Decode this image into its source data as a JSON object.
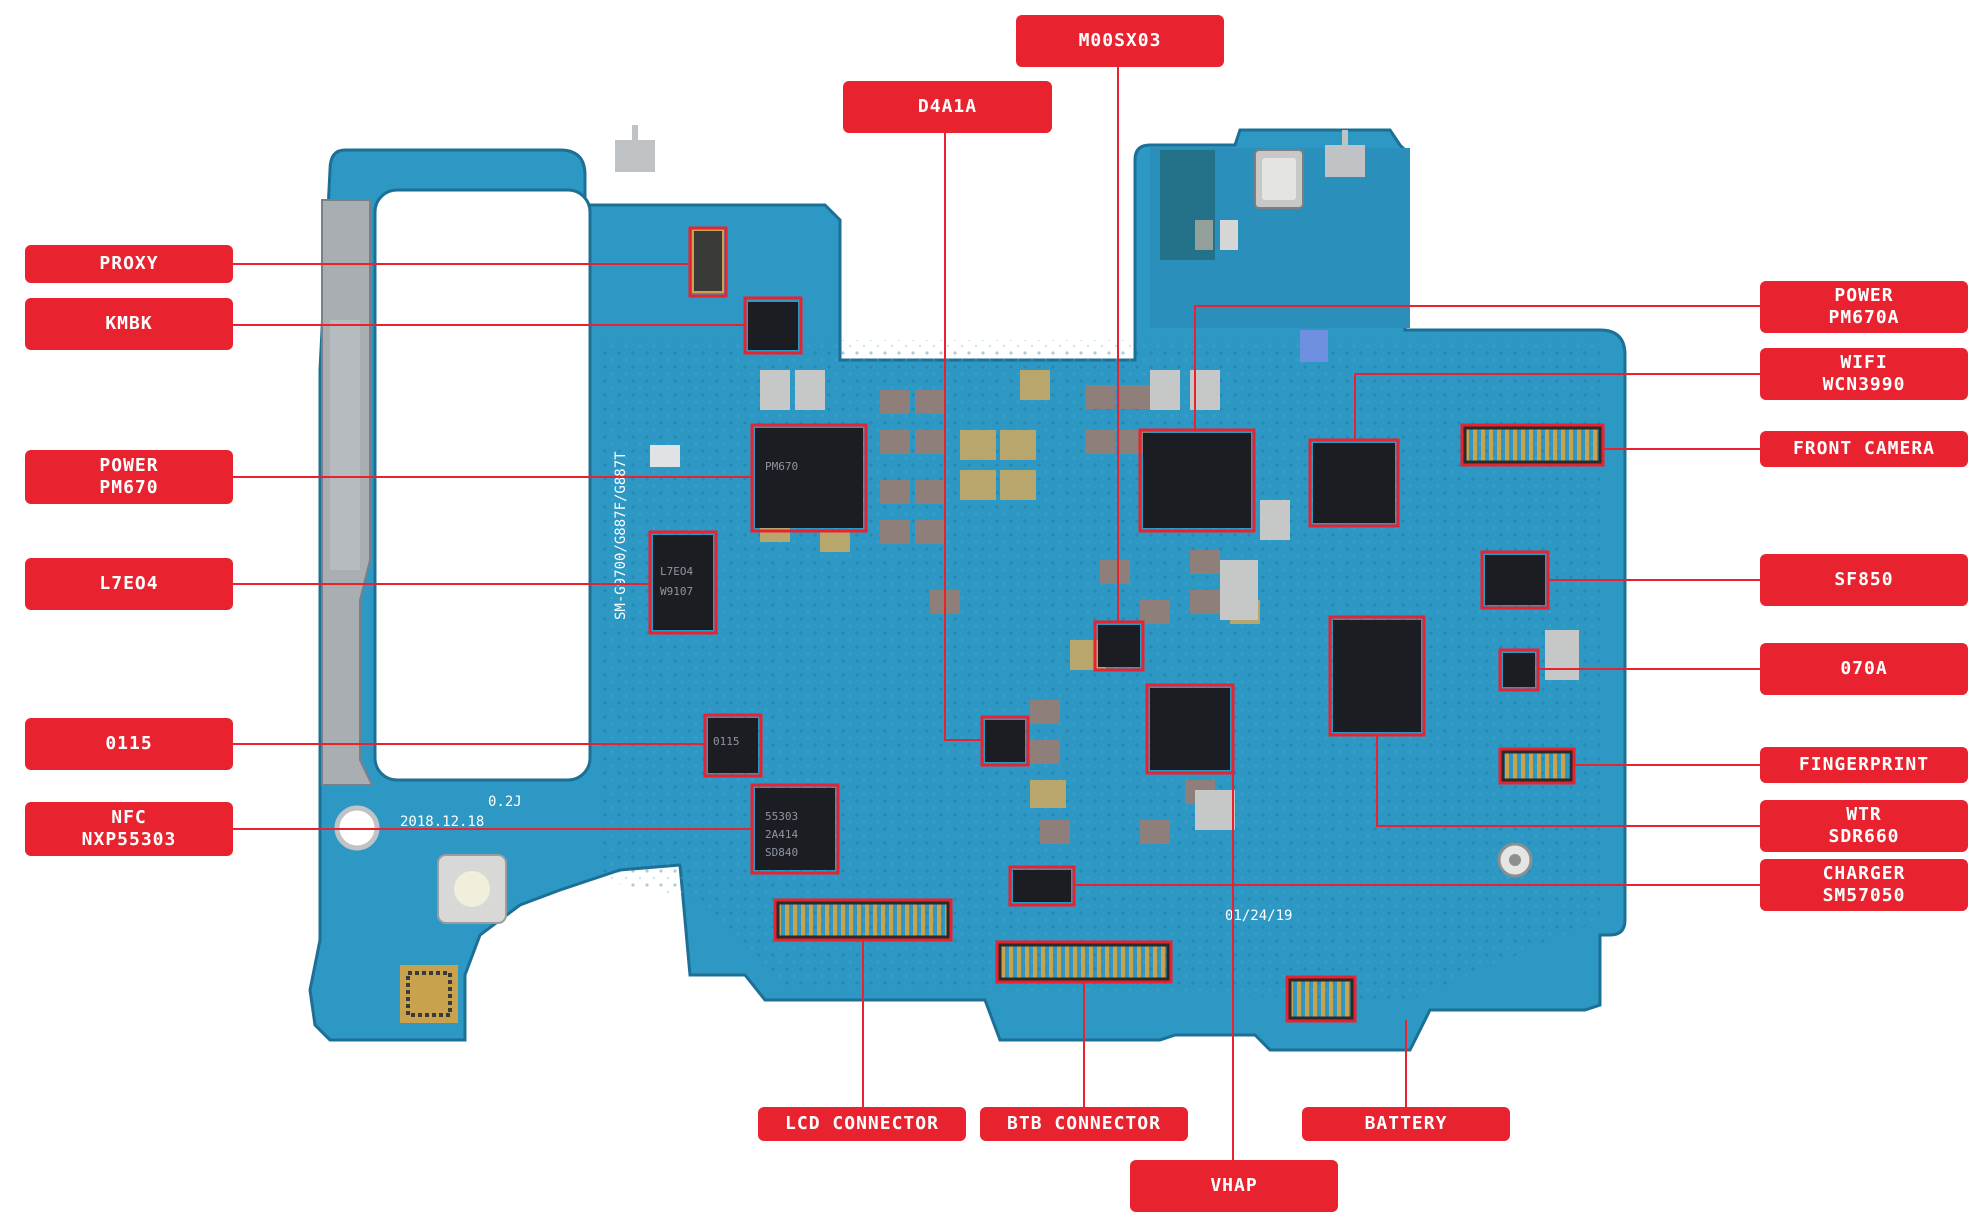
{
  "labels": {
    "m00sx03": "M00SX03",
    "d4a1a": "D4A1A",
    "proxy": "PROXY",
    "kmbk": "KMBK",
    "power_pm670_line1": "POWER",
    "power_pm670_line2": "PM670",
    "l7e04": "L7EO4",
    "u0115": "0115",
    "nfc_line1": "NFC",
    "nfc_line2": "NXP55303",
    "power_pm670a_line1": "POWER",
    "power_pm670a_line2": "PM670A",
    "wifi_line1": "WIFI",
    "wifi_line2": "WCN3990",
    "front_camera": "FRONT CAMERA",
    "sf850": "SF850",
    "u070a": "070A",
    "fingerprint": "FINGERPRINT",
    "wtr_line1": "WTR",
    "wtr_line2": "SDR660",
    "charger_line1": "CHARGER",
    "charger_line2": "SM57050",
    "lcd_connector": "LCD CONNECTOR",
    "btb_connector": "BTB CONNECTOR",
    "battery": "BATTERY",
    "vhap": "VHAP"
  },
  "board_text": {
    "version": "0.2J",
    "date": "2018.12.18",
    "model": "SM-G9700/G887F/G887T",
    "date2": "01/24/19",
    "chip_pm670": "PM670",
    "chip_l7e04": "L7EO4",
    "chip_l7e04_sub": "W9107",
    "chip_0115": "0115",
    "chip_nfc": "55303",
    "chip_nfc_sub": "2A414",
    "chip_nfc_sub2": "SD840"
  },
  "colors": {
    "accent": "#e8232f",
    "pcb": "#2d98c4",
    "pcb_dark": "#1f7aa3",
    "chip": "#1b1d22",
    "shield": "#a9aeb3"
  }
}
